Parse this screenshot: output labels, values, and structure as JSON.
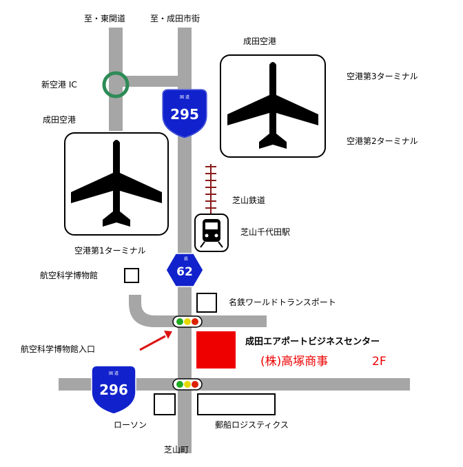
{
  "labels": {
    "higashi_kanto_road": "至・東関道",
    "narita_city": "至・成田市街",
    "shin_kuko_ic": "新空港 IC",
    "narita_airport_left": "成田空港",
    "narita_airport_right": "成田空港",
    "terminal_3": "空港第3ターミナル",
    "terminal_2": "空港第2ターミナル",
    "terminal_1": "空港第1ターミナル",
    "shibayama_railway": "芝山鉄道",
    "shibayama_chiyoda_station": "芝山千代田駅",
    "aviation_museum": "航空科学博物館",
    "meitetsu_world_transport": "名鉄ワールドトランスポート",
    "museum_entrance": "航空科学博物館入口",
    "building_name": "成田エアポートビジネスセンター",
    "company": "(株)高塚商事",
    "floor": "2F",
    "lawson": "ローソン",
    "yusen_logistics": "郵船ロジスティクス",
    "shibayama_town": "芝山町"
  },
  "route_shields": [
    {
      "number": "295",
      "kanji": "国 道"
    },
    {
      "number": "62",
      "kanji": "県"
    },
    {
      "number": "296",
      "kanji": "国 道"
    }
  ],
  "colors": {
    "road": "#a6a6a6",
    "interchange": "#2e8b57",
    "shield_blue": "#1122cc",
    "destination": "#ee0000",
    "railway": "#8b1a1a",
    "arrow": "#dd1111",
    "signal_green": "#22aa22",
    "signal_yellow": "#e8d800",
    "signal_red": "#dd2200"
  },
  "icons": {
    "airport": "airplane-icon",
    "station": "train-icon",
    "traffic_light": "traffic-signal-icon"
  }
}
